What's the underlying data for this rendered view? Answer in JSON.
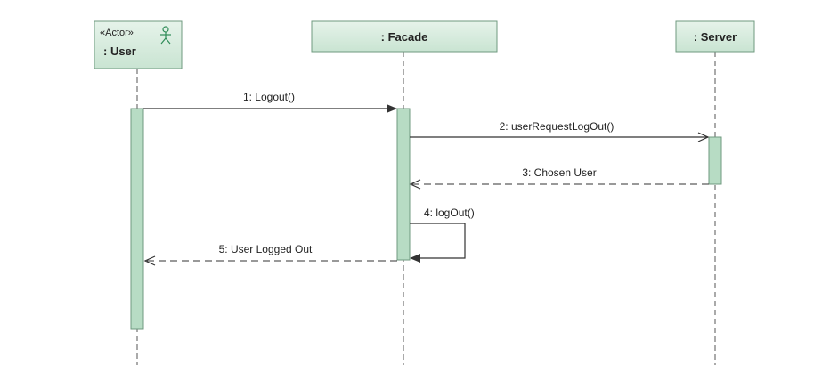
{
  "lifelines": {
    "user": {
      "stereotype": "«Actor»",
      "name": ": User"
    },
    "facade": {
      "name": ": Facade"
    },
    "server": {
      "name": ": Server"
    }
  },
  "messages": [
    {
      "label": "1: Logout()",
      "kind": "synchronous"
    },
    {
      "label": "2: userRequestLogOut()",
      "kind": "asynchronous"
    },
    {
      "label": "3: Chosen User",
      "kind": "return"
    },
    {
      "label": "4: logOut()",
      "kind": "self-call"
    },
    {
      "label": "5: User Logged Out",
      "kind": "return"
    }
  ],
  "colors": {
    "lifeline_fill": "#d4ebdc",
    "lifeline_border": "#6f9a7f",
    "activation_fill": "#b7dcc4",
    "line": "#333333"
  }
}
